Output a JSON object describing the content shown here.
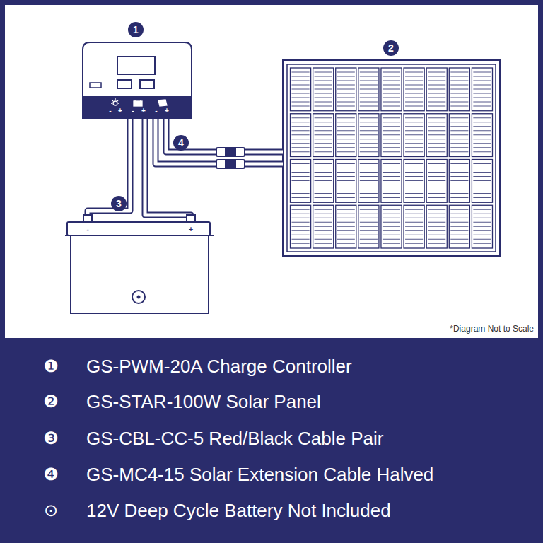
{
  "diagram": {
    "labels": [
      "1",
      "2",
      "3",
      "4",
      "*Diagram Not to Scale",
      "-",
      "+",
      "-",
      "+",
      "-",
      "+",
      "-",
      "+",
      "❶",
      "GS-PWM-20A Charge Controller",
      "❷",
      "GS-STAR-100W Solar Panel",
      "❸",
      "GS-CBL-CC-5 Red/Black Cable Pair",
      "❹",
      "GS-MC4-15 Solar Extension Cable Halved",
      "⊙",
      "12V Deep Cycle Battery Not Included"
    ]
  }
}
